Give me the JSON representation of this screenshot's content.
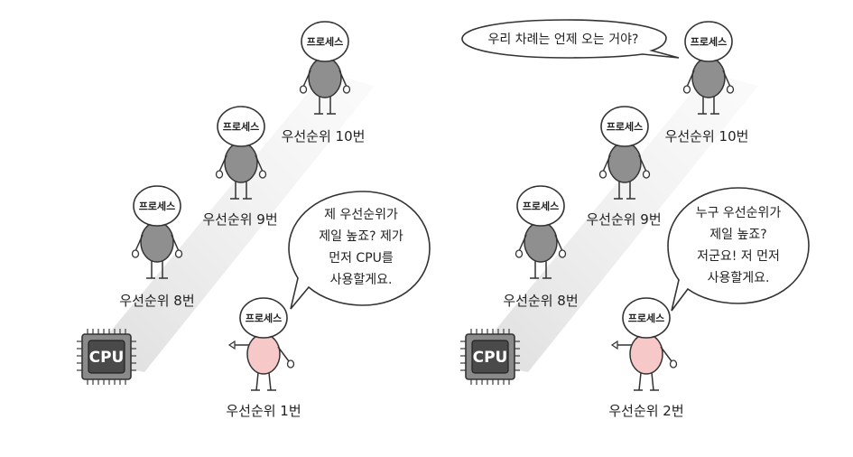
{
  "process_label": "프로세스",
  "cpu_label": "CPU",
  "left_panel": {
    "labels": {
      "p10": "우선순위 10번",
      "p9": "우선순위 9번",
      "p8": "우선순위 8번",
      "p1": "우선순위 1번"
    },
    "bubble_lines": [
      "제 우선순위가",
      "제일 높죠? 제가",
      "먼저 CPU를",
      "사용할게요."
    ]
  },
  "right_panel": {
    "labels": {
      "p10": "우선순위 10번",
      "p9": "우선순위 9번",
      "p8": "우선순위 8번",
      "p2": "우선순위 2번"
    },
    "top_bubble": "우리 차례는 언제 오는 거야?",
    "bubble_lines": [
      "누구 우선순위가",
      "제일 높죠?",
      "저군요! 저 먼저",
      "사용할게요."
    ]
  },
  "colors": {
    "body_gray": "#8f8f8f",
    "body_pink": "#f7c8c8",
    "cpu_dark": "#4a4a4a",
    "cpu_frame": "#8a8a8a",
    "beam": "#e6e6e6"
  }
}
